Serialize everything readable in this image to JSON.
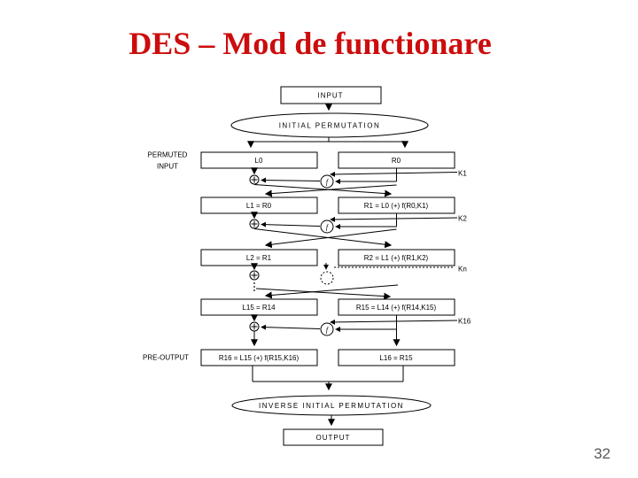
{
  "slide": {
    "title": "DES – Mod de functionare",
    "page_number": "32",
    "title_color": "#cc0d0d",
    "background_color": "#ffffff",
    "diagram_line_color": "#000000"
  },
  "diagram": {
    "input_label": "INPUT",
    "initial_permutation_label": "INITIAL PERMUTATION",
    "permuted_input_line1": "PERMUTED",
    "permuted_input_line2": "INPUT",
    "pre_output_label": "PRE-OUTPUT",
    "inverse_permutation_label": "INVERSE INITIAL PERMUTATION",
    "output_label": "OUTPUT",
    "f_label": "f",
    "boxes": {
      "l0": "L0",
      "r0": "R0",
      "l1": "L1 = R0",
      "r1": "R1 = L0 (+) f(R0,K1)",
      "l2": "L2 = R1",
      "r2": "R2 = L1 (+) f(R1,K2)",
      "l15": "L15 = R14",
      "r15": "R15 = L14 (+) f(R14,K15)",
      "r16": "R16 = L15 (+) f(R15,K16)",
      "l16": "L16 = R15"
    },
    "keys": {
      "k1": "K1",
      "k2": "K2",
      "kn": "Kn",
      "k16": "K16"
    }
  }
}
